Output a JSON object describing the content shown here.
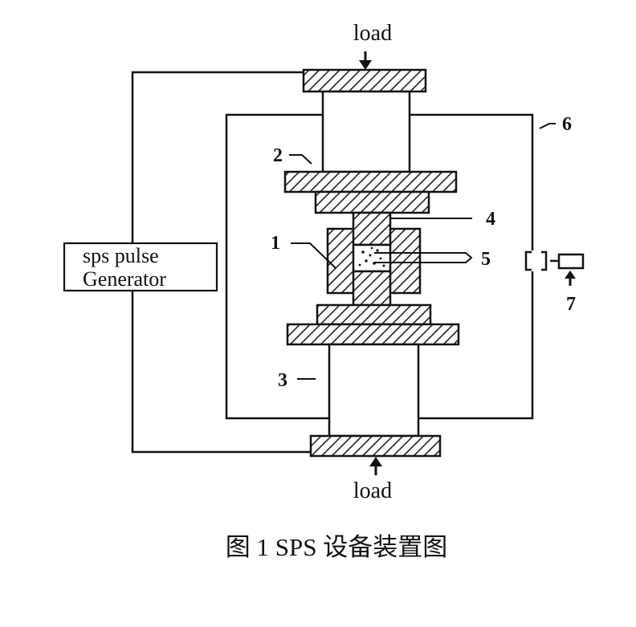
{
  "labels": {
    "load_top": "load",
    "load_bottom": "load",
    "generator_line1": "sps pulse",
    "generator_line2": "Generator",
    "n1": "1",
    "n2": "2",
    "n3": "3",
    "n4": "4",
    "n5": "5",
    "n6": "6",
    "n7": "7"
  },
  "caption": "图 1 SPS 设备装置图",
  "colors": {
    "line": "#111111",
    "hatch": "#222222",
    "background": "#ffffff"
  }
}
